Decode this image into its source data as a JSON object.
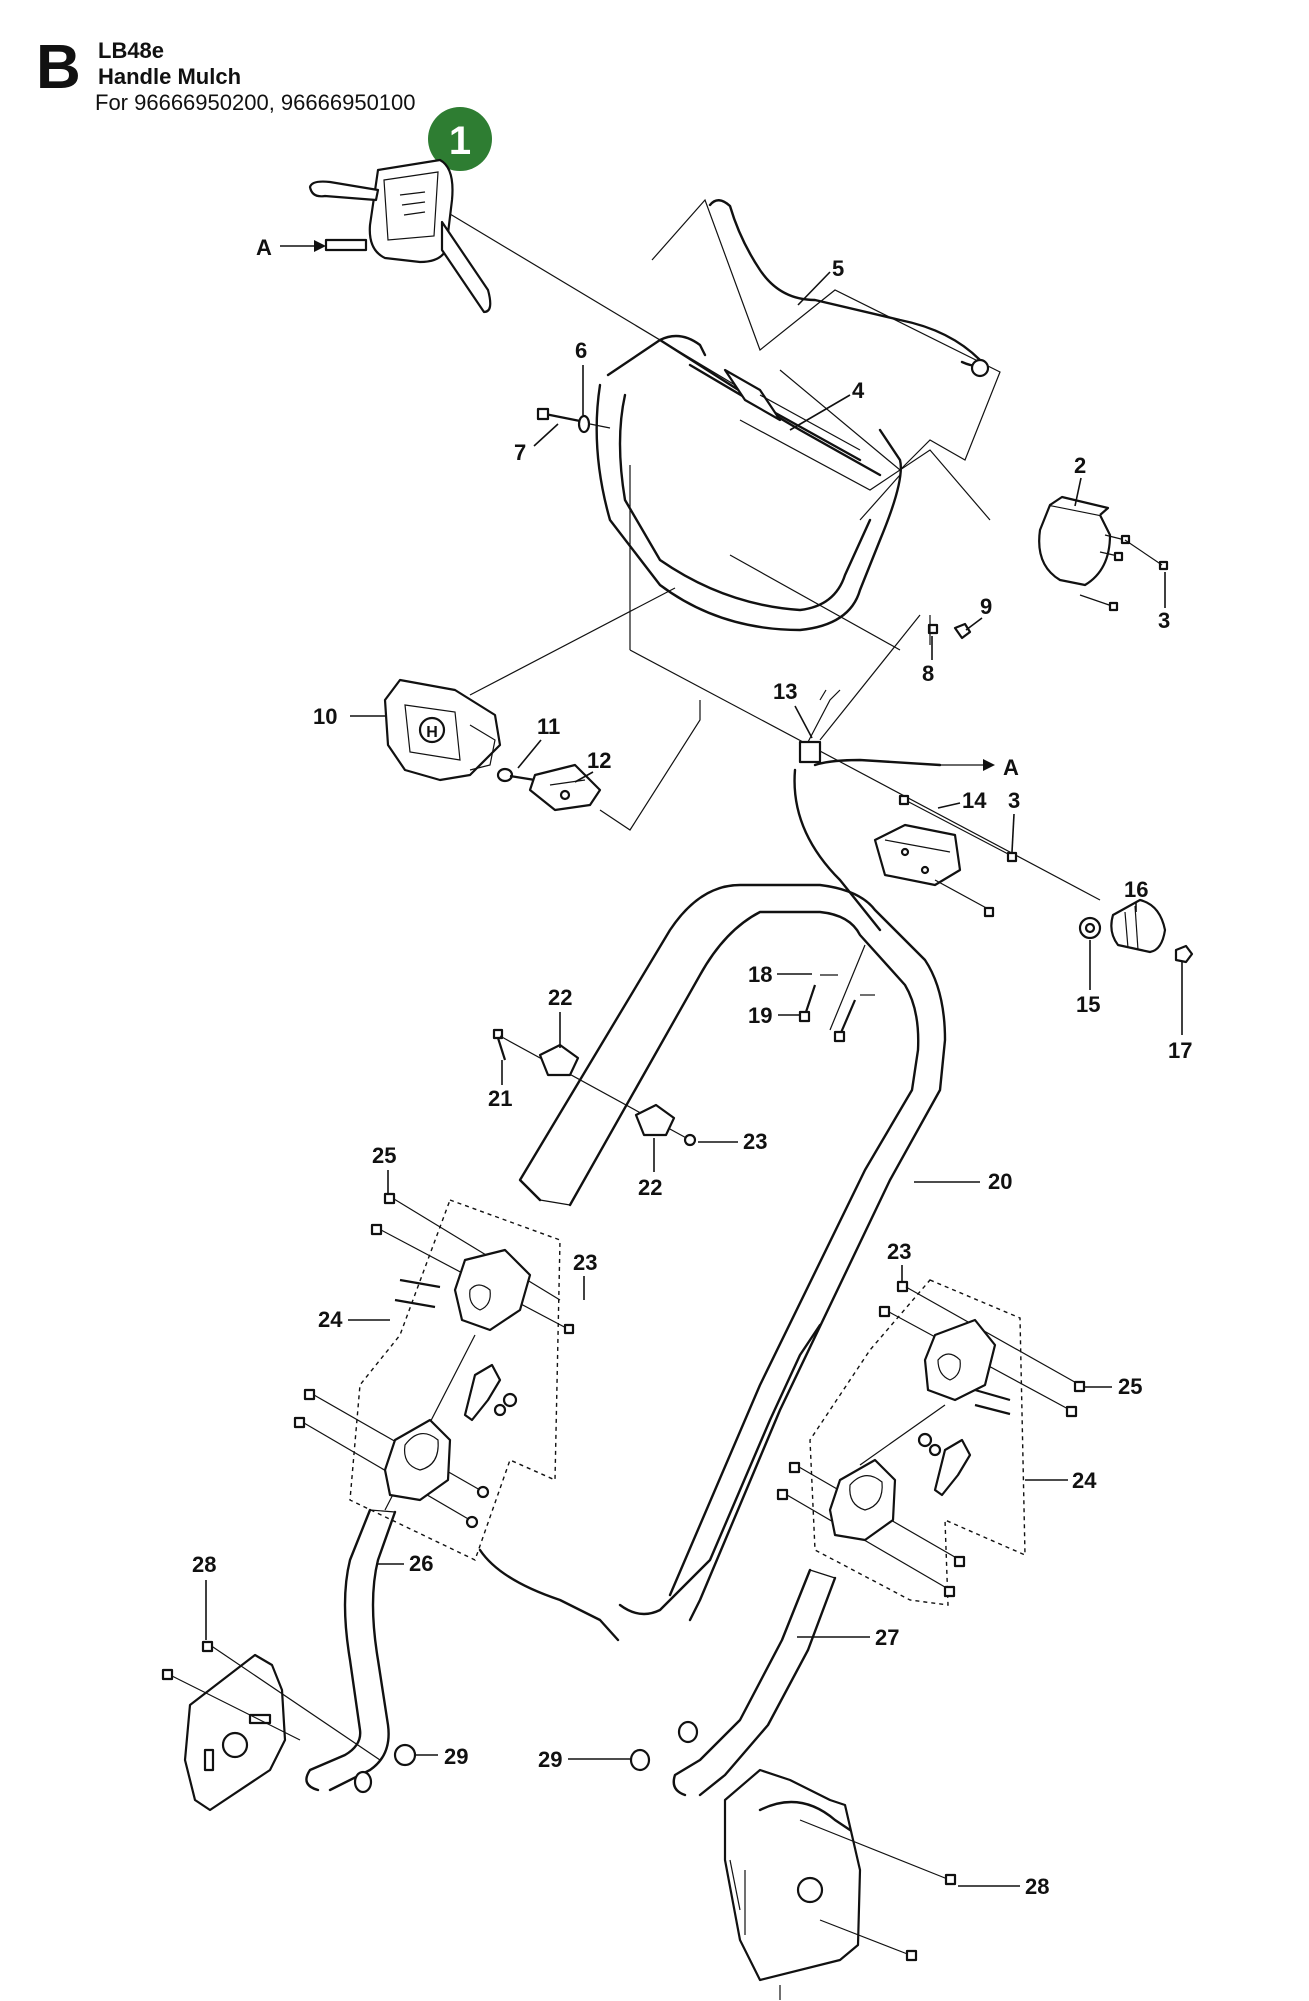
{
  "header": {
    "section_letter": "B",
    "model": "LB48e",
    "title": "Handle Mulch",
    "applies_to": "For 96666950200, 96666950100"
  },
  "badge": {
    "number": "1",
    "color": "#2e7d32"
  },
  "arrow_labels": {
    "a_left": "A",
    "a_right": "A"
  },
  "callouts": {
    "c2": "2",
    "c3a": "3",
    "c3b": "3",
    "c4": "4",
    "c5": "5",
    "c6": "6",
    "c7": "7",
    "c8": "8",
    "c9": "9",
    "c10": "10",
    "c11": "11",
    "c12": "12",
    "c13": "13",
    "c14": "14",
    "c15": "15",
    "c16": "16",
    "c17": "17",
    "c18": "18",
    "c19": "19",
    "c20": "20",
    "c21": "21",
    "c22a": "22",
    "c22b": "22",
    "c23a": "23",
    "c23b": "23",
    "c23c": "23",
    "c24a": "24",
    "c24b": "24",
    "c25a": "25",
    "c25b": "25",
    "c26": "26",
    "c27": "27",
    "c28a": "28",
    "c28b": "28",
    "c29a": "29",
    "c29b": "29"
  },
  "colors": {
    "ink": "#111111",
    "background": "#ffffff"
  },
  "icons": [
    "husqvarna-logo-icon"
  ]
}
